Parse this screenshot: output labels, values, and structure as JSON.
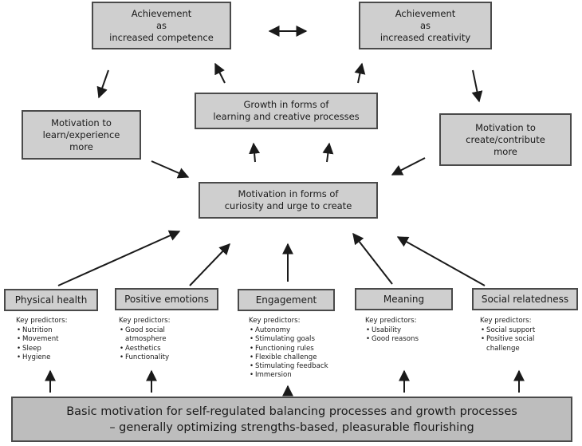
{
  "top": {
    "competence": {
      "lines": [
        "Achievement",
        "as",
        "increased competence"
      ]
    },
    "creativity": {
      "lines": [
        "Achievement",
        "as",
        "increased creativity"
      ]
    }
  },
  "growth": {
    "lines": [
      "Growth in forms of",
      "learning and creative processes"
    ]
  },
  "motivation_learn": {
    "lines": [
      "Motivation to",
      "learn/experience",
      "more"
    ]
  },
  "motivation_create": {
    "lines": [
      "Motivation to",
      "create/contribute",
      "more"
    ]
  },
  "motivation_forms": {
    "lines": [
      "Motivation in forms of",
      "curiosity and urge to create"
    ]
  },
  "pillars": [
    {
      "label": "Physical health",
      "predictors_heading": "Key predictors:",
      "predictors": [
        "Nutrition",
        "Movement",
        "Sleep",
        "Hygiene"
      ]
    },
    {
      "label": "Positive emotions",
      "predictors_heading": "Key predictors:",
      "predictors": [
        "Good social atmosphere",
        "Aesthetics",
        "Functionality"
      ]
    },
    {
      "label": "Engagement",
      "predictors_heading": "Key predictors:",
      "predictors": [
        "Autonomy",
        "Stimulating goals",
        "Functioning rules",
        "Flexible challenge",
        "Stimulating feedback",
        "Immersion"
      ]
    },
    {
      "label": "Meaning",
      "predictors_heading": "Key predictors:",
      "predictors": [
        "Usability",
        "Good reasons"
      ]
    },
    {
      "label": "Social relatedness",
      "predictors_heading": "Key predictors:",
      "predictors": [
        "Social support",
        "Positive social challenge"
      ]
    }
  ],
  "basic": {
    "lines": [
      "Basic motivation for self-regulated balancing processes and growth processes",
      "– generally optimizing strengths-based, pleasurable flourishing"
    ]
  }
}
